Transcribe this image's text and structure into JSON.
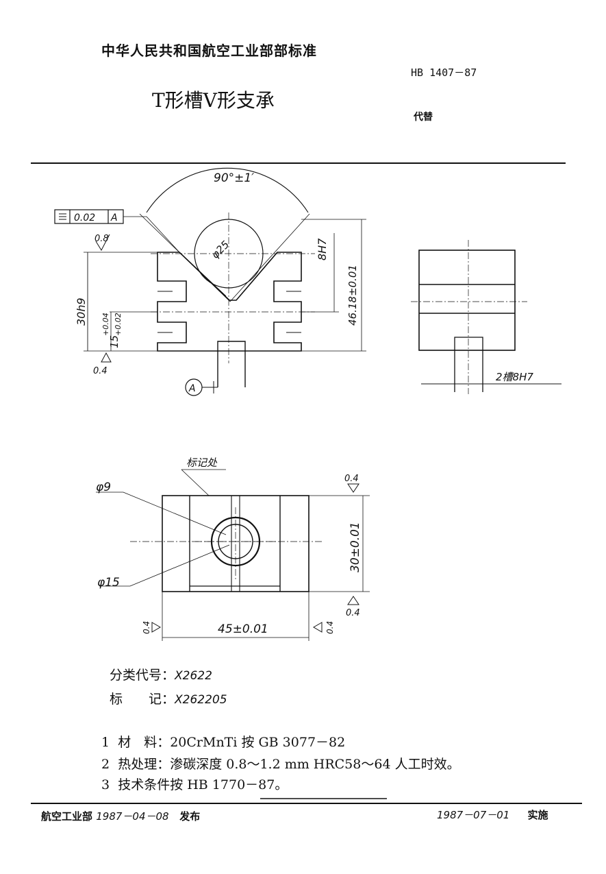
{
  "header": {
    "org": "中华人民共和国航空工业部部标准",
    "std_no": "HB 1407－87",
    "title": "T形槽V形支承",
    "replace": "代替"
  },
  "drawing": {
    "angle": "90°±1′",
    "flatness": "0.02",
    "datum_ref": "A",
    "datum": "A",
    "rough_08": "0.8",
    "rough_04": "0.4",
    "dia_25": "φ25",
    "slot_8h7": "8H7",
    "h_46": "46.18±0.01",
    "h_30h9": "30h9",
    "h_15": "15",
    "tol_15_up": "+0.04",
    "tol_15_lo": "+0.02",
    "slots_label": "2槽8H7",
    "mark_place": "标记处",
    "dia_9": "φ9",
    "dia_15": "φ15",
    "h_30": "30±0.01",
    "w_45": "45±0.01"
  },
  "classification": {
    "code_label": "分类代号",
    "code": "X2622",
    "mark_label": "标　　记",
    "mark": "X262205"
  },
  "notes": [
    {
      "num": "1",
      "text": "材　料：20CrMnTi 按 GB 3077－82"
    },
    {
      "num": "2",
      "text": "热处理：渗碳深度 0.8～1.2 mm  HRC58～64  人工时效。"
    },
    {
      "num": "3",
      "text": "技术条件按 HB 1770－87。"
    }
  ],
  "footer": {
    "issuer": "航空工业部",
    "issue_date": "1987－04－08",
    "issue_label": "发布",
    "impl_date": "1987－07－01",
    "impl_label": "实施"
  }
}
